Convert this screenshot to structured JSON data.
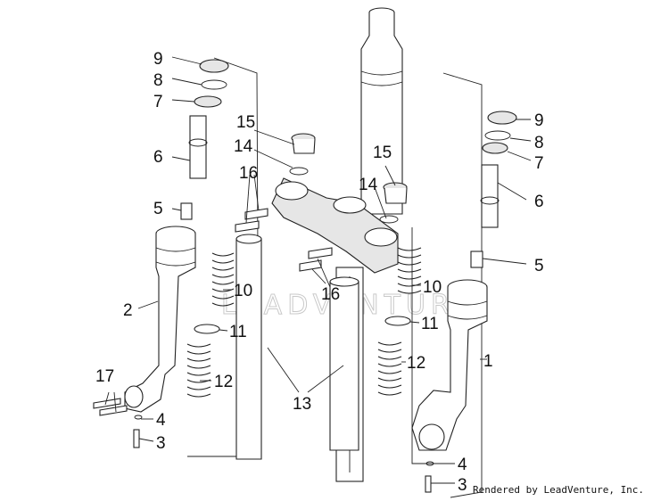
{
  "callouts": {
    "c1": "1",
    "c2": "2",
    "c3a": "3",
    "c3b": "3",
    "c4a": "4",
    "c4b": "4",
    "c5a": "5",
    "c5b": "5",
    "c6a": "6",
    "c6b": "6",
    "c7a": "7",
    "c7b": "7",
    "c8a": "8",
    "c8b": "8",
    "c9a": "9",
    "c9b": "9",
    "c10a": "10",
    "c10b": "10",
    "c11a": "11",
    "c11b": "11",
    "c12a": "12",
    "c12b": "12",
    "c13": "13",
    "c14a": "14",
    "c14b": "14",
    "c15a": "15",
    "c15b": "15",
    "c16a": "16",
    "c16b": "16",
    "c17": "17"
  },
  "watermark": "LEADVENTURE",
  "credit": "Rendered by LeadVenture, Inc."
}
